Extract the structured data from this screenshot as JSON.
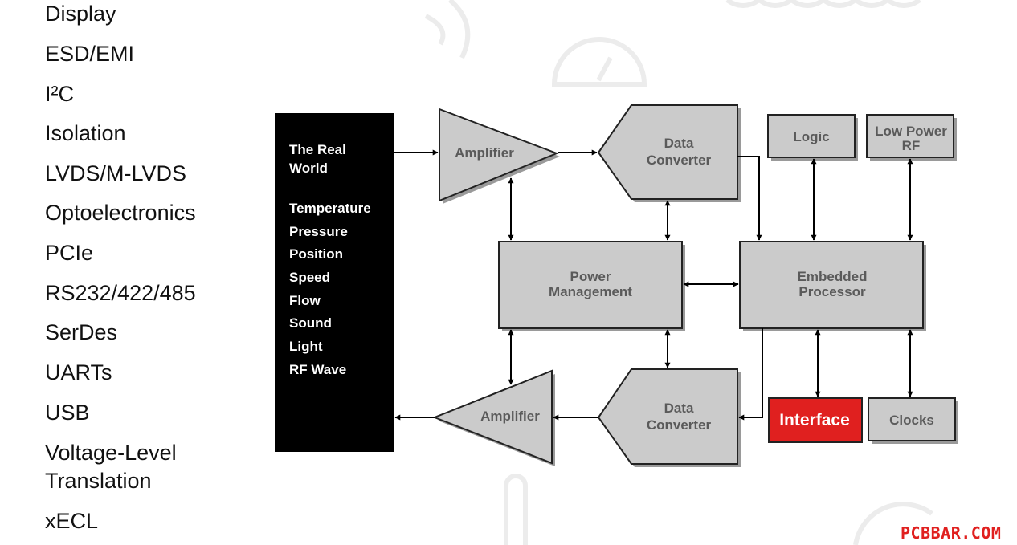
{
  "sidebar": {
    "items": [
      "Display",
      "ESD/EMI",
      "I²C",
      "Isolation",
      "LVDS/M-LVDS",
      "Optoelectronics",
      "PCIe",
      "RS232/422/485",
      "SerDes",
      "UARTs",
      "USB",
      "Voltage-Level",
      "Translation",
      "xECL"
    ]
  },
  "diagram": {
    "real_world": {
      "title_line1": "The Real",
      "title_line2": "World",
      "signals": [
        "Temperature",
        "Pressure",
        "Position",
        "Speed",
        "Flow",
        "Sound",
        "Light",
        "RF Wave"
      ]
    },
    "amp_top": "Amplifier",
    "amp_bottom": "Amplifier",
    "dc_top": [
      "Data",
      "Converter"
    ],
    "dc_bottom": [
      "Data",
      "Converter"
    ],
    "power": [
      "Power",
      "Management"
    ],
    "processor": [
      "Embedded",
      "Processor"
    ],
    "logic": "Logic",
    "lowpower": [
      "Low Power",
      "RF"
    ],
    "interface": "Interface",
    "clocks": "Clocks"
  },
  "colors": {
    "block_fill": "#cbcbcb",
    "interface_fill": "#e0201f",
    "real_world_fill": "#000000"
  },
  "watermark": "PCBBAR.COM"
}
